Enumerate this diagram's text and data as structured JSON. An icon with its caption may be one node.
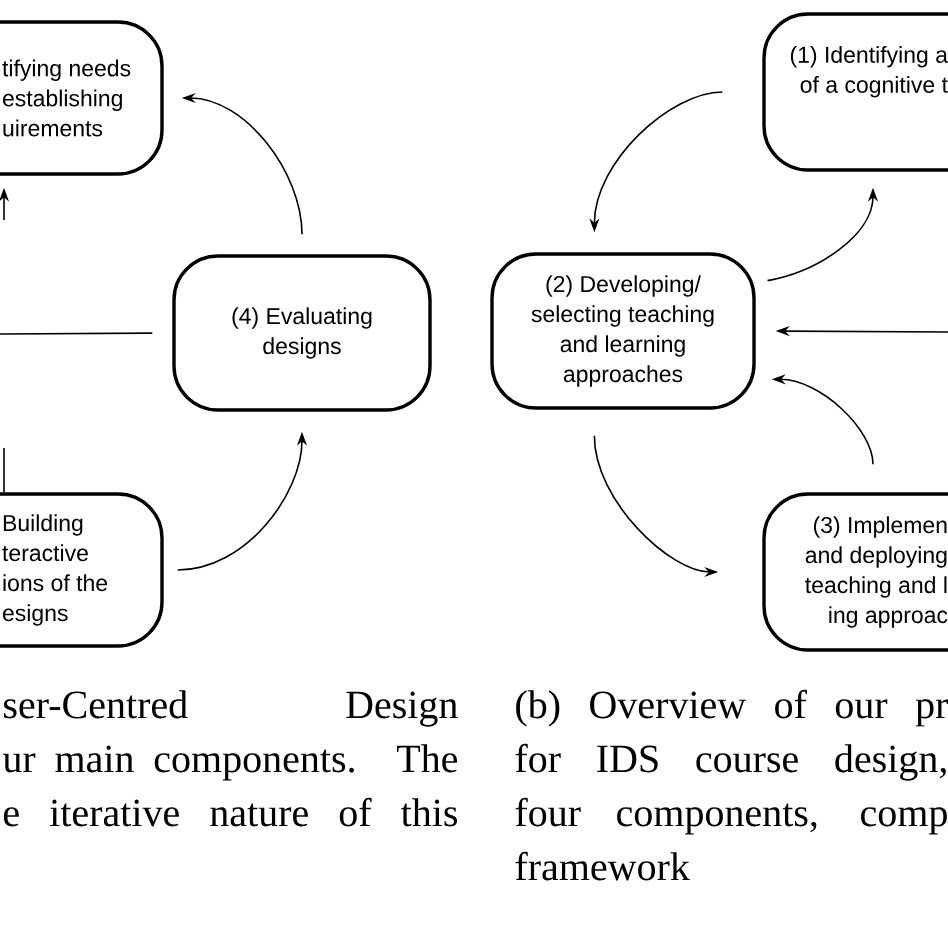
{
  "diagram": {
    "nodes": [
      {
        "text": [
          "tifying needs establishing uirements"
        ]
      },
      {
        "text": [
          "(4) Evaluating designs"
        ]
      },
      {
        "text": [
          "Building teractive ions of the esigns"
        ]
      },
      {
        "text": [
          "(1) Identifying a of a cognitive t"
        ]
      },
      {
        "text": [
          "(2) Developing/ selecting teaching and learning approaches"
        ]
      },
      {
        "text": [
          "(3) Implemen and deploying teaching and l ing approac"
        ]
      }
    ],
    "edges": [
      {
        "from": 1,
        "to": 0,
        "arrow": "to"
      },
      {
        "from": 2,
        "to": 1,
        "arrow": "to"
      },
      {
        "from": null,
        "to": 1,
        "arrow": "none"
      },
      {
        "from": null,
        "to": 0,
        "arrow": "to"
      },
      {
        "from": null,
        "to": 2,
        "arrow": "none"
      },
      {
        "from": 3,
        "to": 4,
        "arrow": "to"
      },
      {
        "from": 4,
        "to": 3,
        "arrow": "to"
      },
      {
        "from": null,
        "to": 4,
        "arrow": "to"
      },
      {
        "from": 5,
        "to": 4,
        "arrow": "to"
      },
      {
        "from": 4,
        "to": 5,
        "arrow": "to"
      }
    ],
    "labels": [
      "ser-Centred Design",
      "ur main components. The",
      "e iterative nature of this",
      "(b) Overview of our pr",
      "for IDS course design,",
      "four components, comp",
      "framework"
    ]
  }
}
